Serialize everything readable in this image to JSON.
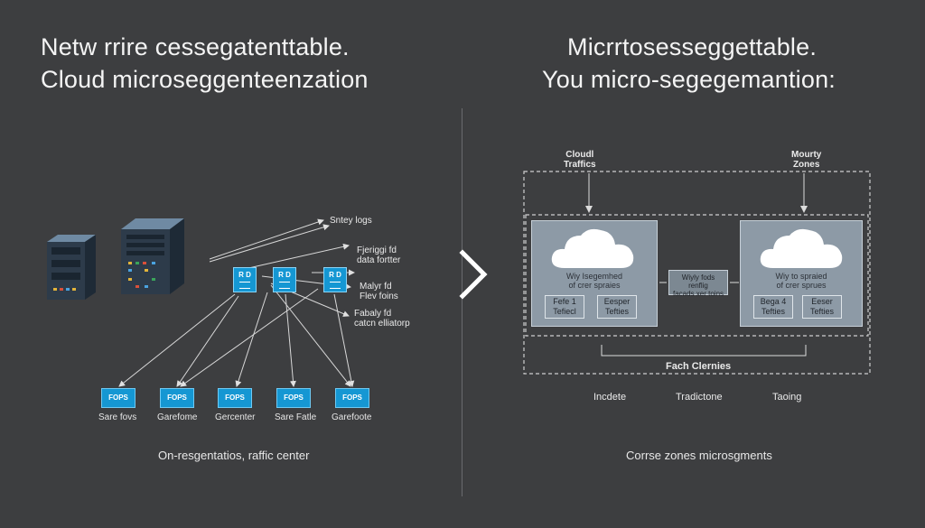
{
  "left": {
    "title_line1": "Netw rrire cessegatenttable.",
    "title_line2": "Cloud microseggenteenzation",
    "arrow_labels": [
      "Sntey logs",
      "Fjeriggi fd\ndata fortter",
      "Malyr fd\nFlev foins",
      "Fabaly fd\ncatcn elliatorp"
    ],
    "nodes": [
      "R D",
      "R D",
      "R D"
    ],
    "ports": [
      {
        "tag": "FOPS",
        "label": "Sare fovs"
      },
      {
        "tag": "FOPS",
        "label": "Garefome"
      },
      {
        "tag": "FOPS",
        "label": "Gercenter"
      },
      {
        "tag": "FOPS",
        "label": "Sare Fatle"
      },
      {
        "tag": "FOPS",
        "label": "Garefoote"
      }
    ],
    "caption": "On-resgentatios, raffic center"
  },
  "right": {
    "title_line1": "Micrrtosesseggettable.",
    "title_line2": "You micro-segegemantion:",
    "top_left_label": "Cloudl\nTraffics",
    "top_right_label": "Mourty\nZones",
    "zone_left_text": "Wiy Isegemhed\nof crer spraies",
    "zone_right_text": "Wiy to spraied\nof crer sprues",
    "mid_box_text": "Wiyly fods\nrenflig\nfacads xer toins",
    "zone_left_tags": [
      "Fefe 1\nTefiecl",
      "Eesper\nTefties"
    ],
    "zone_right_tags": [
      "Bega 4\nTefties",
      "Eeser\nTefties"
    ],
    "bottom_bracket_label": "Fach Clernies",
    "bottom_labels": [
      "Incdete",
      "Tradictone",
      "Taoing"
    ],
    "caption": "Corrse zones microsgments"
  },
  "colors": {
    "background": "#3d3e40",
    "accent_blue": "#1597d3",
    "zone_gray": "#8d9aa6"
  }
}
